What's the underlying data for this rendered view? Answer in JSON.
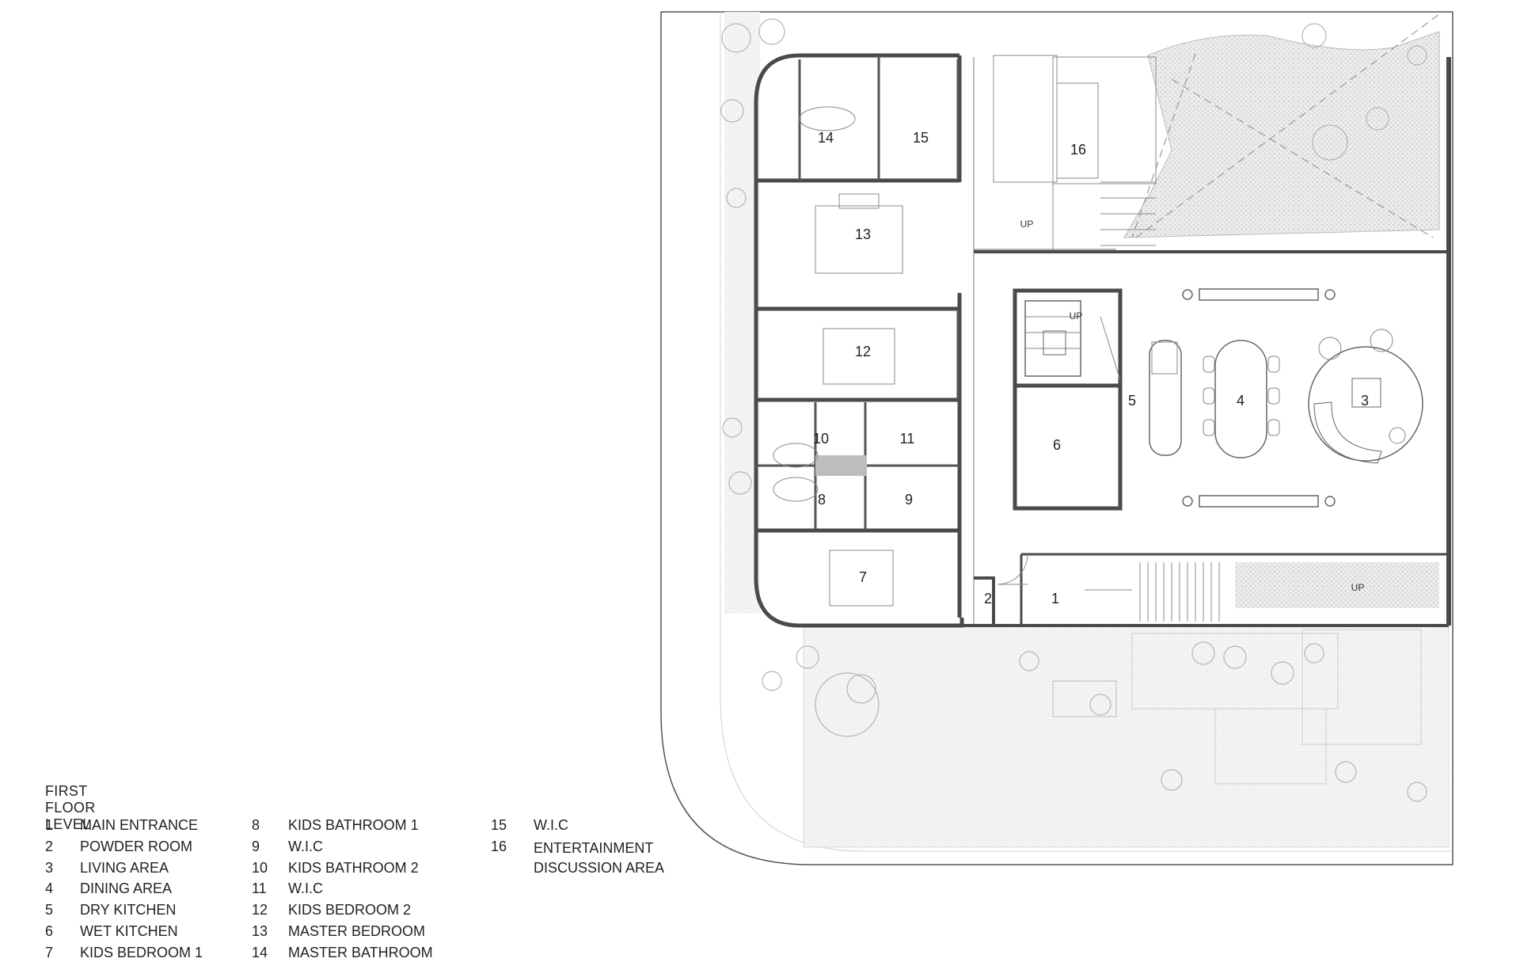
{
  "legend": {
    "title": "FIRST FLOOR LEVEL",
    "columns": [
      [
        {
          "num": "1",
          "label": "MAIN ENTRANCE"
        },
        {
          "num": "2",
          "label": "POWDER ROOM"
        },
        {
          "num": "3",
          "label": "LIVING AREA"
        },
        {
          "num": "4",
          "label": "DINING AREA"
        },
        {
          "num": "5",
          "label": "DRY KITCHEN"
        },
        {
          "num": "6",
          "label": "WET KITCHEN"
        },
        {
          "num": "7",
          "label": "KIDS BEDROOM 1"
        }
      ],
      [
        {
          "num": "8",
          "label": "KIDS BATHROOM 1"
        },
        {
          "num": "9",
          "label": "W.I.C"
        },
        {
          "num": "10",
          "label": "KIDS BATHROOM 2"
        },
        {
          "num": "11",
          "label": "W.I.C"
        },
        {
          "num": "12",
          "label": "KIDS BEDROOM 2"
        },
        {
          "num": "13",
          "label": "MASTER BEDROOM"
        },
        {
          "num": "14",
          "label": "MASTER BATHROOM"
        }
      ],
      [
        {
          "num": "15",
          "label": "W.I.C"
        },
        {
          "num": "16",
          "label": "ENTERTAINMENT DISCUSSION AREA"
        }
      ]
    ]
  },
  "plan": {
    "room_numbers": [
      "1",
      "2",
      "3",
      "4",
      "5",
      "6",
      "7",
      "8",
      "9",
      "10",
      "11",
      "12",
      "13",
      "14",
      "15",
      "16"
    ],
    "up_labels": [
      "UP",
      "UP",
      "UP"
    ],
    "colors": {
      "wall": "#4a4a4a",
      "fine_line": "#9a9a9a",
      "hatch": "#d8d8d8",
      "wall_fill": "#bdbdbd"
    }
  }
}
